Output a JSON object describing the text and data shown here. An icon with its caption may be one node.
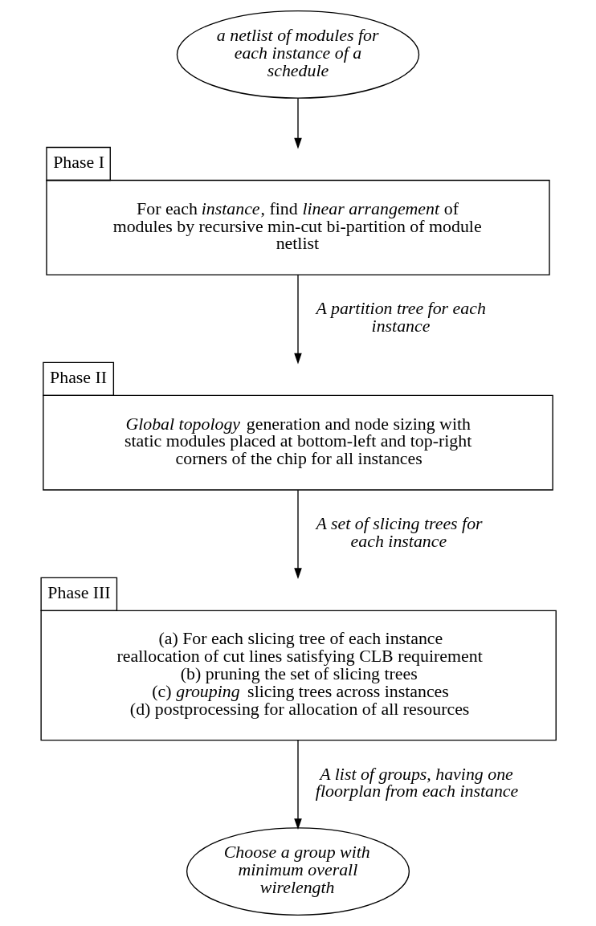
{
  "diagram": {
    "nodes": [
      {
        "text": [
          "a netlist of modules for each instance of a schedule"
        ]
      },
      {
        "text": [
          "Phase I",
          "For each *instance*, find *linear arrangement* of modules by recursive min-cut bi-partition of module netlist"
        ]
      },
      {
        "text": [
          "Phase II",
          "*Global topology* generation and node sizing with static modules placed at bottom-left and top-right corners of the chip for all instances"
        ]
      },
      {
        "text": [
          "Phase III",
          "(a) For each slicing tree of each instance reallocation of cut lines satisfying CLB requirement",
          "(b) pruning the set of slicing trees",
          "(c) *grouping* slicing trees across instances",
          "(d) postprocessing for allocation of all resources"
        ]
      },
      {
        "text": [
          "Choose a group with minimum overall wirelength"
        ]
      }
    ],
    "edges": [
      {
        "from": 0,
        "to": 1,
        "arrow": "to"
      },
      {
        "from": 1,
        "to": 2,
        "arrow": "to",
        "label": "A partition tree for each instance"
      },
      {
        "from": 2,
        "to": 3,
        "arrow": "to",
        "label": "A set of slicing trees for each instance"
      },
      {
        "from": 3,
        "to": 4,
        "arrow": "to",
        "label": "A list of groups, having one floorplan from each instance"
      }
    ]
  }
}
